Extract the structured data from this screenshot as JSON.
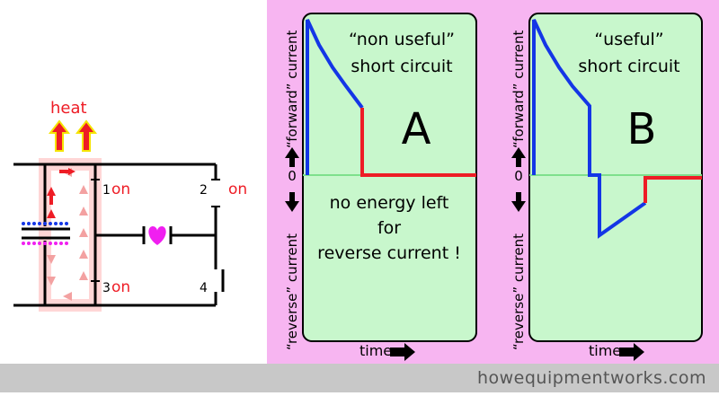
{
  "circuit": {
    "heat_label": "heat",
    "switch_labels": [
      "1",
      "2",
      "3",
      "4"
    ],
    "on_labels": [
      "on",
      "on",
      "on"
    ]
  },
  "panel_a": {
    "letter": "A",
    "title_line1": "“non useful”",
    "title_line2": "short circuit",
    "note_line1": "no energy left",
    "note_line2": "for",
    "note_line3": "reverse current !",
    "forward_label": "“forward” current",
    "reverse_label": "“reverse” current",
    "zero_label": "0",
    "time_label": "time"
  },
  "panel_b": {
    "letter": "B",
    "title_line1": "“useful”",
    "title_line2": "short circuit",
    "forward_label": "“forward” current",
    "reverse_label": "“reverse” current",
    "zero_label": "0",
    "time_label": "time"
  },
  "footer": {
    "site": "howequipmentworks.com"
  },
  "colors": {
    "pink_bg": "#f7b5f1",
    "plot_bg": "#c8f7cc",
    "blue_curve": "#1436e6",
    "red_curve": "#ee1c25",
    "footer_bg": "#c8c8c8",
    "heart": "#f01ff0"
  }
}
